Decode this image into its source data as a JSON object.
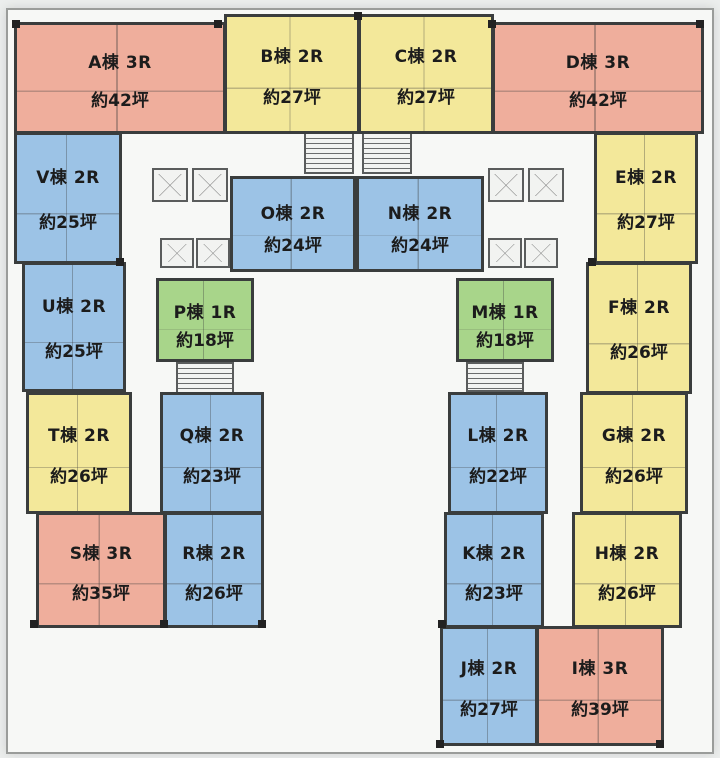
{
  "colors": {
    "1R": "#a8d58a",
    "2R_blue": "#9cc3e6",
    "2R_yellow": "#f3e89a",
    "3R": "#efae9c"
  },
  "units": [
    {
      "id": "A",
      "label": "A棟 3R",
      "area": "約42坪",
      "color": "3R"
    },
    {
      "id": "B",
      "label": "B棟 2R",
      "area": "約27坪",
      "color": "2R_yellow"
    },
    {
      "id": "C",
      "label": "C棟 2R",
      "area": "約27坪",
      "color": "2R_yellow"
    },
    {
      "id": "D",
      "label": "D棟 3R",
      "area": "約42坪",
      "color": "3R"
    },
    {
      "id": "V",
      "label": "V棟 2R",
      "area": "約25坪",
      "color": "2R_blue"
    },
    {
      "id": "O",
      "label": "O棟 2R",
      "area": "約24坪",
      "color": "2R_blue"
    },
    {
      "id": "N",
      "label": "N棟 2R",
      "area": "約24坪",
      "color": "2R_blue"
    },
    {
      "id": "E",
      "label": "E棟 2R",
      "area": "約27坪",
      "color": "2R_yellow"
    },
    {
      "id": "U",
      "label": "U棟 2R",
      "area": "約25坪",
      "color": "2R_blue"
    },
    {
      "id": "P",
      "label": "P棟 1R",
      "area": "約18坪",
      "color": "1R"
    },
    {
      "id": "M",
      "label": "M棟 1R",
      "area": "約18坪",
      "color": "1R"
    },
    {
      "id": "F",
      "label": "F棟 2R",
      "area": "約26坪",
      "color": "2R_yellow"
    },
    {
      "id": "T",
      "label": "T棟 2R",
      "area": "約26坪",
      "color": "2R_yellow"
    },
    {
      "id": "Q",
      "label": "Q棟 2R",
      "area": "約23坪",
      "color": "2R_blue"
    },
    {
      "id": "L",
      "label": "L棟 2R",
      "area": "約22坪",
      "color": "2R_blue"
    },
    {
      "id": "G",
      "label": "G棟 2R",
      "area": "約26坪",
      "color": "2R_yellow"
    },
    {
      "id": "S",
      "label": "S棟 3R",
      "area": "約35坪",
      "color": "3R"
    },
    {
      "id": "R",
      "label": "R棟 2R",
      "area": "約26坪",
      "color": "2R_blue"
    },
    {
      "id": "K",
      "label": "K棟 2R",
      "area": "約23坪",
      "color": "2R_blue"
    },
    {
      "id": "H",
      "label": "H棟 2R",
      "area": "約26坪",
      "color": "2R_yellow"
    },
    {
      "id": "J",
      "label": "J棟 2R",
      "area": "約27坪",
      "color": "2R_blue"
    },
    {
      "id": "I",
      "label": "I棟 3R",
      "area": "約39坪",
      "color": "3R"
    }
  ]
}
